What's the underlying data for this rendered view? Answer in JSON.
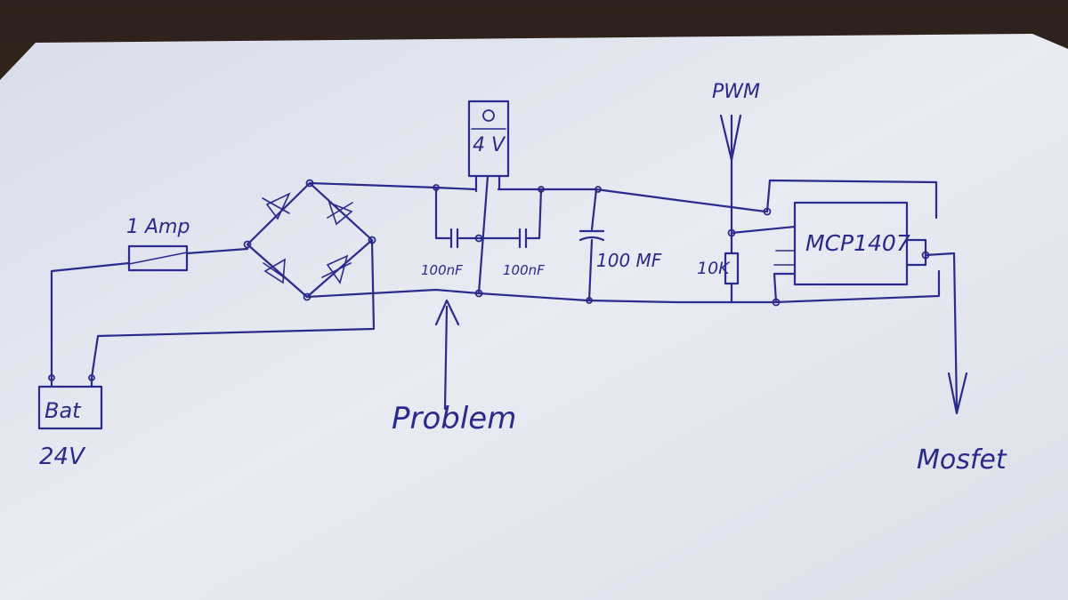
{
  "labels": {
    "pwm": "PWM",
    "fuse": "1 Amp",
    "regulator": "4 V",
    "cap1": "100nF",
    "cap2": "100nF",
    "cap3": "100 MF",
    "resistor": "10K",
    "ic": "MCP1407",
    "battery": "Bat",
    "battery_voltage": "24V",
    "problem": "Problem",
    "mosfet": "Mosfet"
  },
  "colors": {
    "ink": "#2b2a8e",
    "paper": "#e6e9f2",
    "table": "#3a2a22"
  }
}
